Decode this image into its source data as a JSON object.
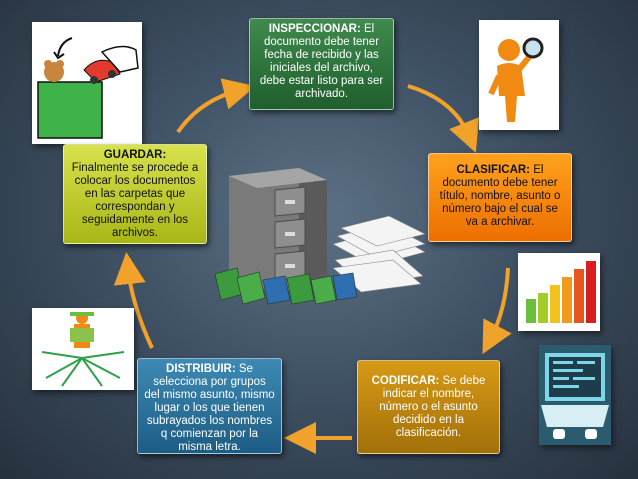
{
  "steps": {
    "inspeccionar": {
      "title": "INSPECCIONAR:",
      "text": " El documento debe tener fecha de recibido y las iniciales del archivo, debe estar listo para ser archivado."
    },
    "clasificar": {
      "title": "CLASIFICAR:",
      "text": " El documento debe tener título, nombre, asunto o número bajo el cual se va a archivar."
    },
    "codificar": {
      "title": "CODIFICAR:",
      "text": " Se debe indicar el nombre, número o el asunto decidido en la clasificación."
    },
    "distribuir": {
      "title": "DISTRIBUIR:",
      "text": " Se selecciona por grupos del mismo asunto, mismo lugar o los que tienen subrayados los nombres q comienzan por la misma letra."
    },
    "guardar": {
      "title": "GUARDAR:",
      "text": "Finalmente se procede a colocar los documentos en las carpetas que correspondan y seguidamente en los archivos."
    }
  },
  "colors": {
    "arrow": "#f0a22a",
    "inspeccionar": "#2e7a3e",
    "clasificar": "#f58a0c",
    "codificar": "#c28812",
    "distribuir": "#2b76a2",
    "guardar": "#c2cc2a"
  },
  "illustrations": {
    "guardar": "hand-placing-toys-in-box-icon",
    "inspeccionar": "person-with-magnifier-icon",
    "clasificar": "color-bar-chart-icon",
    "codificar": "laptop-code-icon",
    "distribuir": "person-with-stacks-icon",
    "center": "filing-cabinet-with-papers-icon"
  }
}
